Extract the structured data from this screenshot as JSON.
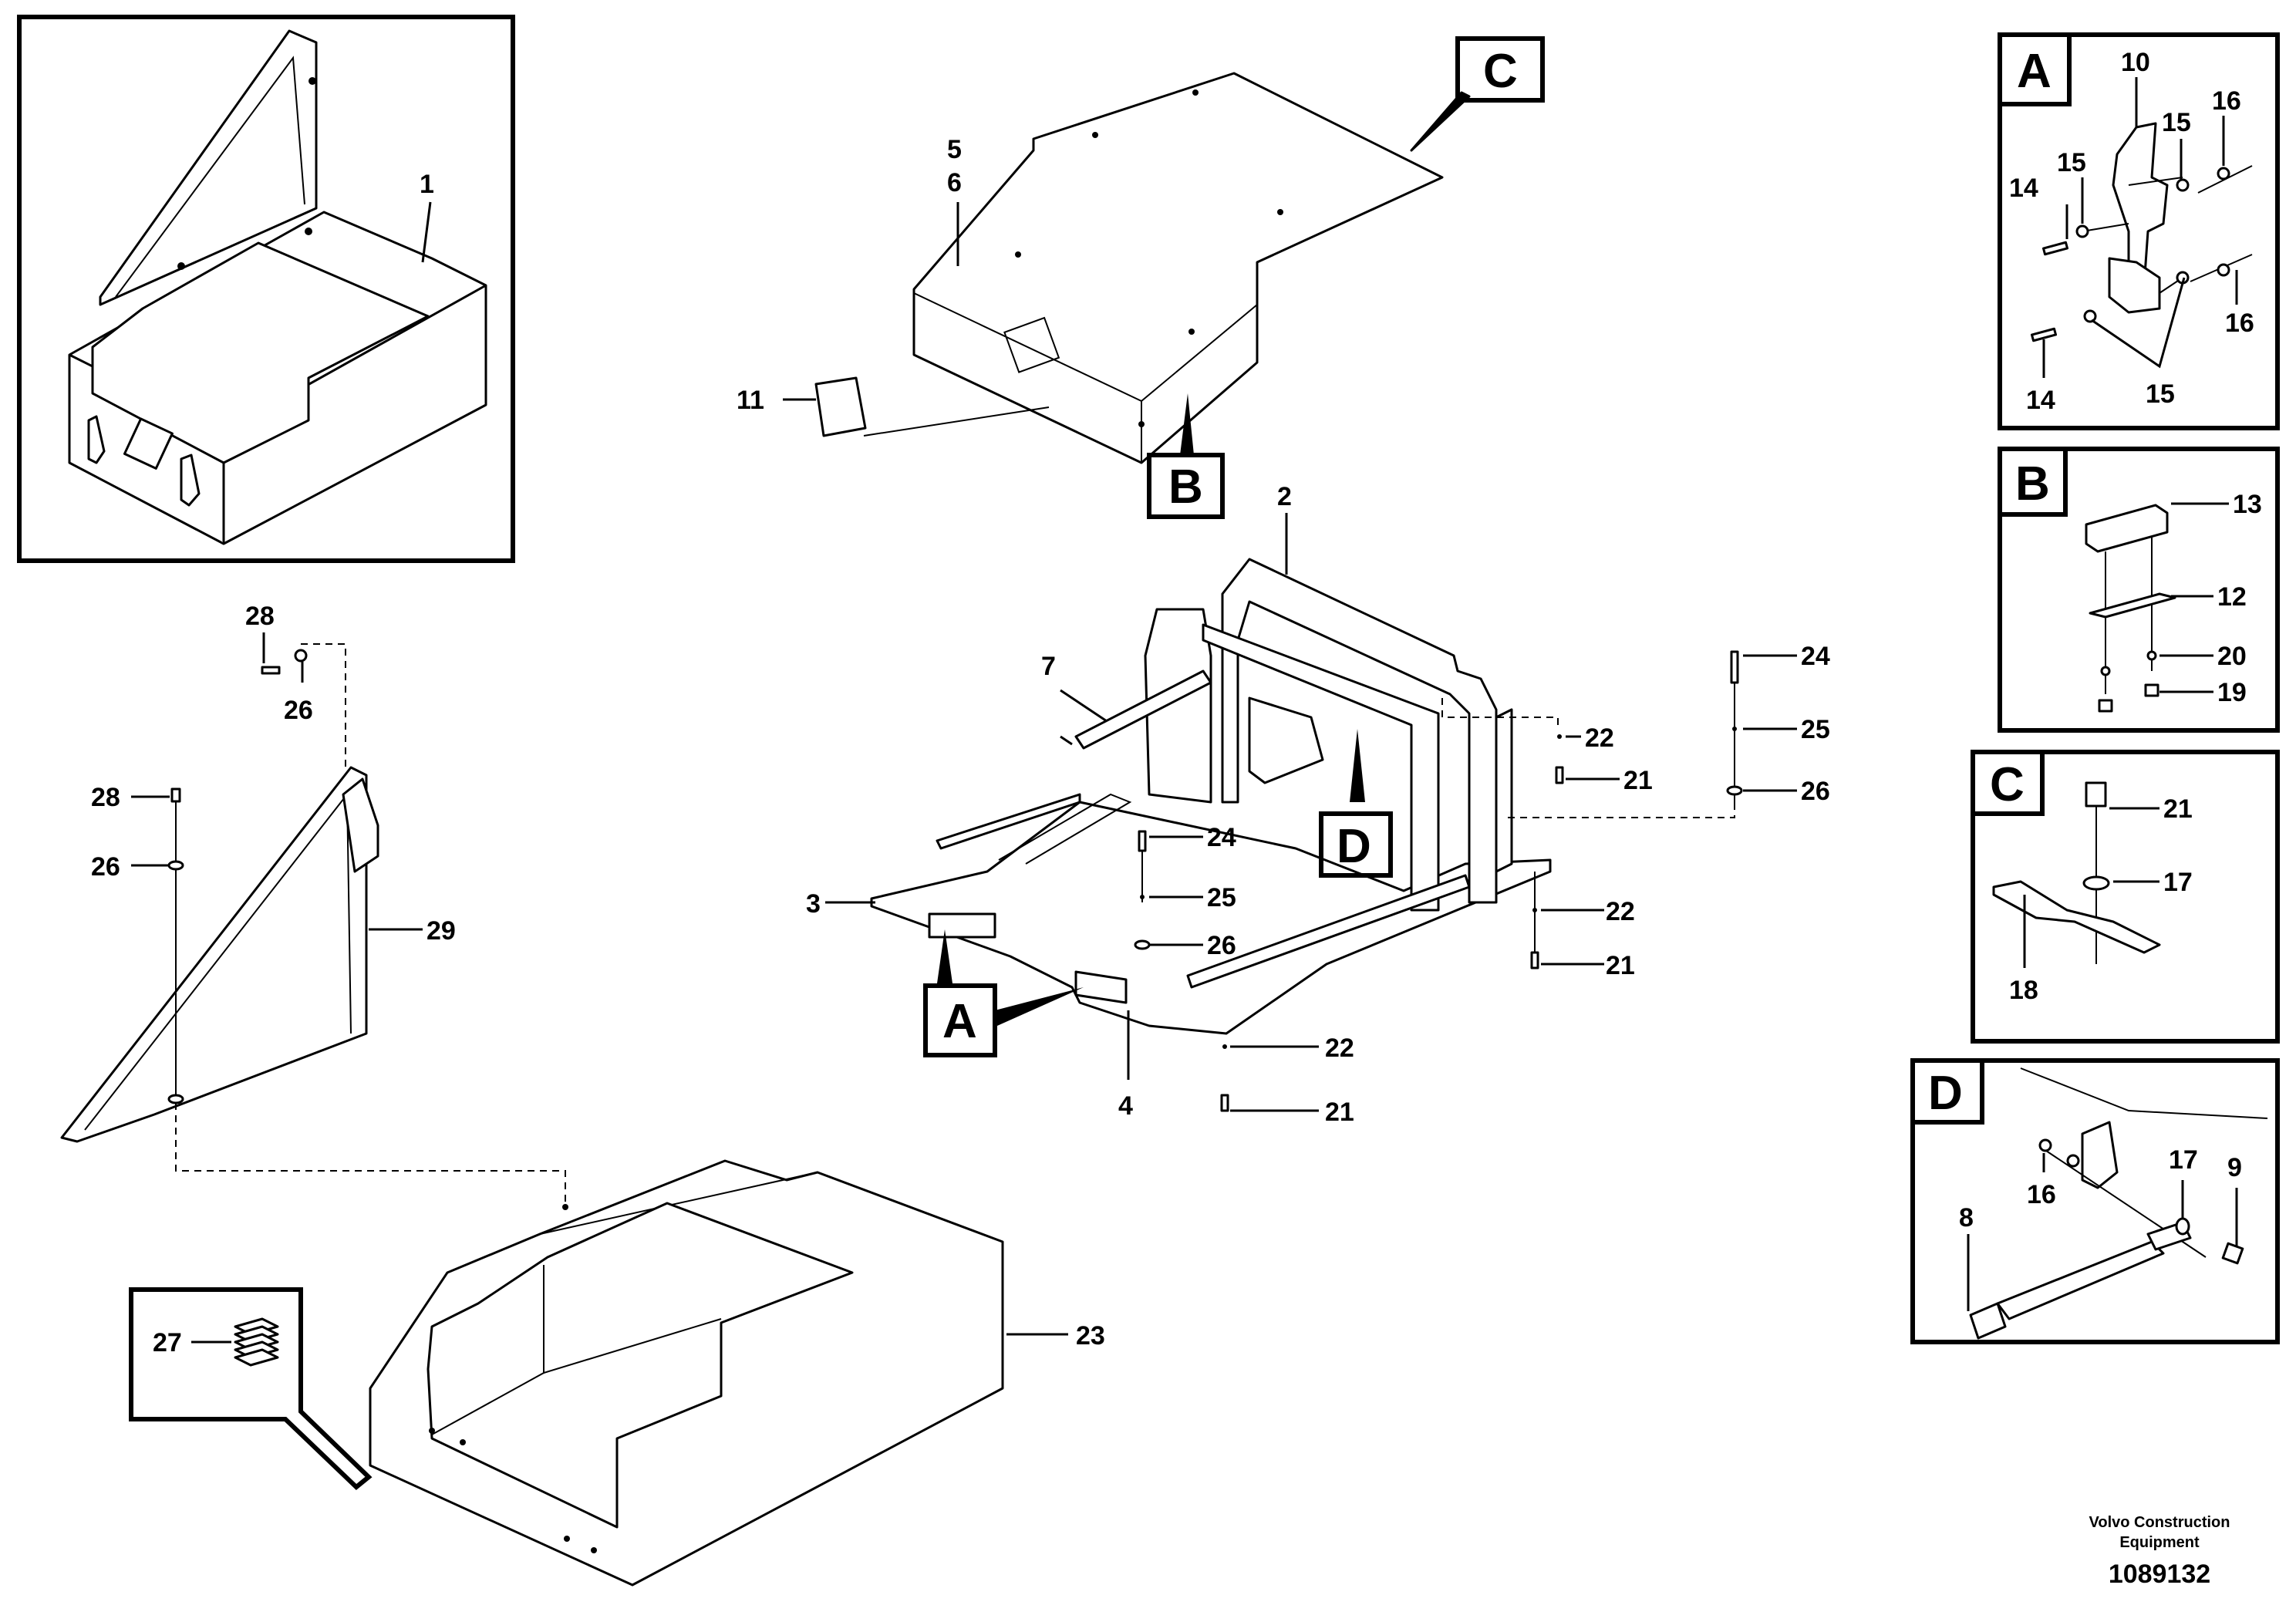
{
  "callouts": {
    "c1": "1",
    "c2": "2",
    "c3": "3",
    "c4": "4",
    "c5": "5",
    "c6": "6",
    "c7": "7",
    "c11": "11",
    "c21a": "21",
    "c21b": "21",
    "c21c": "21",
    "c22a": "22",
    "c22b": "22",
    "c22c": "22",
    "c23": "23",
    "c24a": "24",
    "c24b": "24",
    "c25a": "25",
    "c25b": "25",
    "c26a": "26",
    "c26b": "26",
    "c26c": "26",
    "c26d": "26",
    "c27": "27",
    "c28a": "28",
    "c28b": "28",
    "c29": "29"
  },
  "view_markers": {
    "A": "A",
    "B": "B",
    "C": "C",
    "D": "D"
  },
  "detail_A": {
    "title": "A",
    "c10": "10",
    "c14a": "14",
    "c14b": "14",
    "c15a": "15",
    "c15b": "15",
    "c15c": "15",
    "c16a": "16",
    "c16b": "16"
  },
  "detail_B": {
    "title": "B",
    "c12": "12",
    "c13": "13",
    "c19": "19",
    "c20": "20"
  },
  "detail_C": {
    "title": "C",
    "c17": "17",
    "c18": "18",
    "c21": "21"
  },
  "detail_D": {
    "title": "D",
    "c8": "8",
    "c9": "9",
    "c16": "16",
    "c17": "17"
  },
  "footer": {
    "company_line1": "Volvo Construction",
    "company_line2": "Equipment",
    "doc_number": "1089132"
  }
}
